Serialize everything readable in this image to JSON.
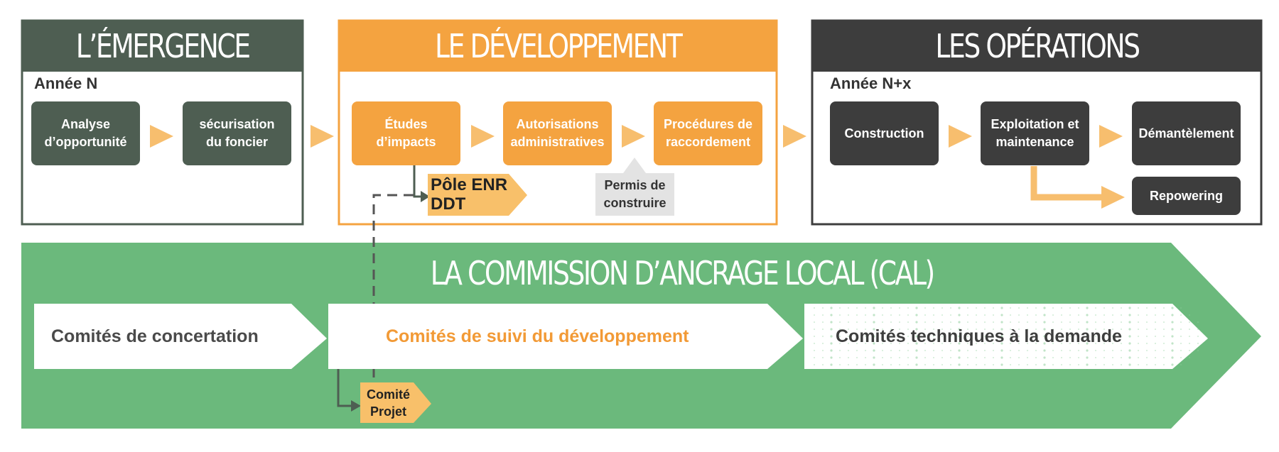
{
  "phases": {
    "emergence": {
      "title": "L’ÉMERGENCE",
      "year": "Année N",
      "color": "#4e5e52",
      "steps": [
        "Analyse\nd’opportunité",
        "sécurisation\ndu foncier"
      ]
    },
    "developpement": {
      "title": "LE DÉVELOPPEMENT",
      "color": "#f4a340",
      "steps": [
        "Études\nd’impacts",
        "Autorisations\nadministratives",
        "Procédures de\nraccordement"
      ],
      "pole_tag": "Pôle ENR\nDDT",
      "permis_tag": "Permis de\nconstruire"
    },
    "operations": {
      "title": "LES OPÉRATIONS",
      "year": "Année N+x",
      "color": "#3d3d3d",
      "steps": [
        "Construction",
        "Exploitation et\nmaintenance",
        "Démantèlement",
        "Repowering"
      ]
    }
  },
  "cal": {
    "title": "LA COMMISSION D’ANCRAGE LOCAL (CAL)",
    "color": "#6bb97c",
    "comites": [
      "Comités de concertation",
      "Comités de suivi du développement",
      "Comités techniques à la demande"
    ],
    "comite_projet": "Comité\nProjet"
  },
  "colors": {
    "arrow": "#f7be6e",
    "tag": "#f8c06a",
    "permis": "#e3e3e3",
    "text_dark": "#4a4a4a",
    "text_orange": "#f29a36"
  }
}
